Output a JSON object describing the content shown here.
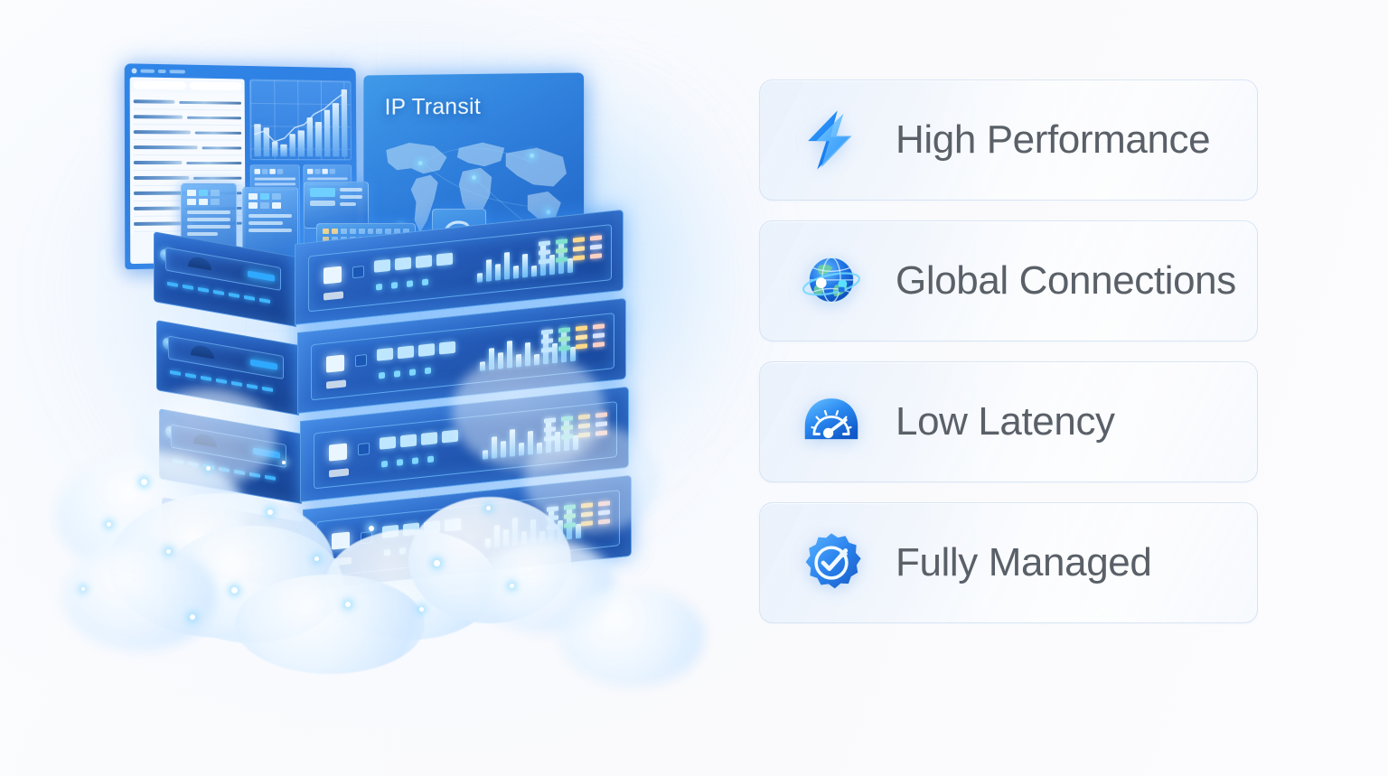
{
  "page": {
    "background_color": "#fbfbfd",
    "accent_color": "#2f86e8",
    "text_color": "#5a6068"
  },
  "illustration": {
    "name": "cloud-network-servers-illustration",
    "map_panel": {
      "title": "IP Transit",
      "icon": "world-map"
    },
    "dashboard_panel": {
      "icon": "analytics-dashboard",
      "chart": {
        "type": "bar",
        "values": [
          42,
          38,
          20,
          16,
          30,
          34,
          52,
          46,
          62,
          72,
          90
        ],
        "overlay": "trend-line"
      }
    },
    "devices": [
      "device-card",
      "device-card",
      "device-card",
      "network-switch",
      "logo-panel"
    ],
    "servers": [
      "server-unit",
      "server-unit",
      "server-unit",
      "server-unit"
    ]
  },
  "features": {
    "items": [
      {
        "id": "high-performance",
        "icon": "lightning-bolt-icon",
        "label": "High Performance",
        "color": "#1a8cf0"
      },
      {
        "id": "global-connections",
        "icon": "globe-icon",
        "label": "Global Connections",
        "color": "#1c6fe0"
      },
      {
        "id": "low-latency",
        "icon": "speedometer-icon",
        "label": "Low Latency",
        "color": "#2b8bf2"
      },
      {
        "id": "fully-managed",
        "icon": "gear-check-icon",
        "label": "Fully Managed",
        "color": "#2f7fe8"
      }
    ]
  }
}
